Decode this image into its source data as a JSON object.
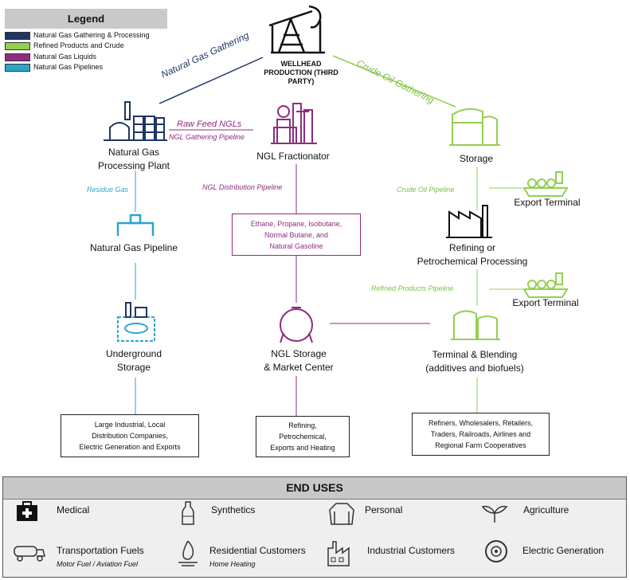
{
  "legend": {
    "title": "Legend",
    "items": [
      {
        "label": "Natural Gas Gathering & Processing",
        "color": "#1f3566"
      },
      {
        "label": "Refined Products and Crude",
        "color": "#92d050"
      },
      {
        "label": "Natural Gas Liquids",
        "color": "#8e2c7f"
      },
      {
        "label": "Natural Gas Pipelines",
        "color": "#2ba6cb"
      }
    ]
  },
  "nodes": {
    "wellhead": "WELLHEAD PRODUCTION (THIRD PARTY)",
    "processing_plant": "Natural Gas\nProcessing Plant",
    "fractionator": "NGL Fractionator",
    "storage": "Storage",
    "export_terminal_1": "Export Terminal",
    "export_terminal_2": "Export Terminal",
    "refining": "Refining or\nPetrochemical Processing",
    "gas_pipeline": "Natural Gas Pipeline",
    "underground_storage": "Underground\nStorage",
    "ngl_storage": "NGL Storage\n& Market Center",
    "terminal_blending": "Terminal & Blending\n(additives and biofuels)"
  },
  "pipe_labels": {
    "ng_gathering": "Natural Gas Gathering",
    "crude_gathering": "Crude Oil Gathering",
    "raw_feed": "Raw Feed NGLs",
    "ngl_gathering": "NGL Gathering Pipeline",
    "residue_gas": "Residue Gas",
    "ngl_distribution": "NGL Distribution Pipeline",
    "crude_pipeline": "Crude Oil Pipeline",
    "refined_pipeline": "Refined Products Pipeline"
  },
  "boxes": {
    "ngl_products": "Ethane, Propane, Isobutane,\nNormal Butane, and\nNatural Gasoline",
    "gas_uses": "Large Industrial, Local\nDistribution Companies,\nElectric Generation and Exports",
    "ngl_uses": "Refining,\nPetrochemical,\nExports  and Heating",
    "refined_uses": "Refiners, Wholesalers, Retailers,\nTraders, Railroads, Airlines and\nRegional Farm Cooperatives"
  },
  "end_uses": {
    "title": "END USES",
    "items": [
      {
        "label": "Medical",
        "icon": "medical-kit-icon"
      },
      {
        "label": "Synthetics",
        "icon": "bottle-icon"
      },
      {
        "label": "Personal",
        "icon": "sweater-icon"
      },
      {
        "label": "Agriculture",
        "icon": "plant-icon"
      },
      {
        "label": "Transportation Fuels",
        "sub": "Motor Fuel / Aviation Fuel",
        "icon": "tanker-truck-icon"
      },
      {
        "label": "Residential Customers",
        "sub": "Home Heating",
        "icon": "flame-icon"
      },
      {
        "label": "Industrial Customers",
        "icon": "factory-icon"
      },
      {
        "label": "Electric Generation",
        "icon": "power-icon"
      }
    ]
  },
  "colors": {
    "navy": "#1f3566",
    "green": "#92d050",
    "purple": "#8e2c7f",
    "cyan": "#2ba6cb"
  }
}
